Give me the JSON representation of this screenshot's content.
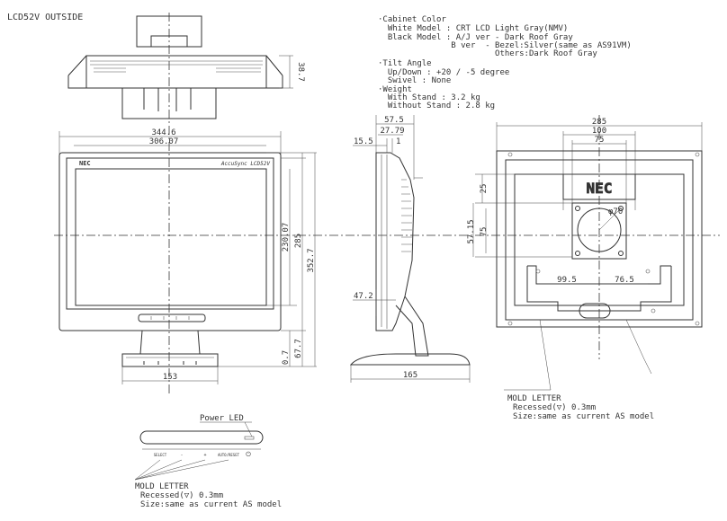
{
  "title": "LCD52V OUTSIDE",
  "spec": {
    "lines": [
      "·Cabinet Color",
      "  White Model : CRT LCD Light Gray(NMV)",
      "  Black Model : A/J ver - Dark Roof Gray",
      "               B ver  - Bezel:Silver(same as AS91VM)",
      "                        Others:Dark Roof Gray",
      "·Tilt Angle",
      "  Up/Down : +20 / -5 degree",
      "  Swivel : None",
      "·Weight",
      "  With Stand : 3.2 kg",
      "  Without Stand : 2.8 kg"
    ]
  },
  "front": {
    "brand": "NEC",
    "model": "AccuSync LCD52V",
    "dims": {
      "outer_width": "344.6",
      "inner_width": "306.07",
      "inner_height": "230.07",
      "outer_height": "285",
      "total_height": "352.7",
      "stand_gap": "0.7",
      "stand_height": "67.7",
      "stand_width": "153"
    }
  },
  "top_view": {
    "depth": "38.7"
  },
  "side": {
    "dims": {
      "d1": "57.5",
      "d2": "27.79",
      "d3": "15.5",
      "d4": "1",
      "d5": "47.2",
      "base": "165"
    }
  },
  "back": {
    "brand": "NEC",
    "dims": {
      "width": "285",
      "w100": "100",
      "w75": "75",
      "h25": "25",
      "h57": "57.15",
      "h75": "75",
      "dia": "φ70",
      "left": "99.5",
      "right": "76.5"
    },
    "mold": [
      "MOLD LETTER",
      "Recessed(▽) 0.3mm",
      "Size:same as current AS model"
    ]
  },
  "panel": {
    "label": "Power LED",
    "buttons": [
      "SELECT",
      "-",
      "+",
      "AUTO/RESET",
      "⏻"
    ],
    "mold": [
      "MOLD LETTER",
      "Recessed(▽) 0.3mm",
      "Size:same as current AS model"
    ]
  }
}
